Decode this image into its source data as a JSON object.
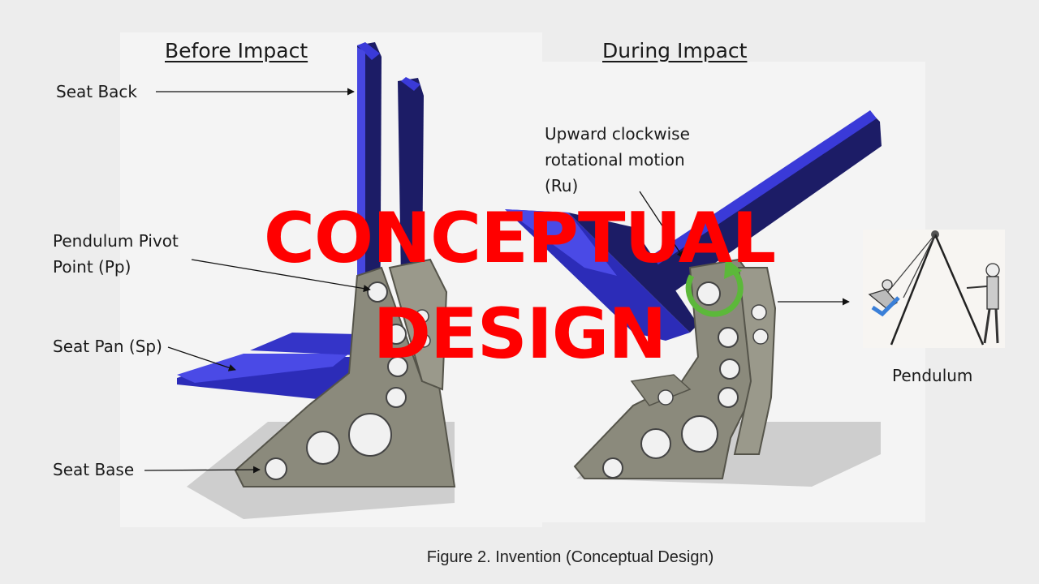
{
  "headings": {
    "before": "Before Impact",
    "during": "During Impact"
  },
  "labels": {
    "seat_back": "Seat Back",
    "pivot_line1": "Pendulum Pivot",
    "pivot_line2": "Point (Pp)",
    "seat_pan": "Seat Pan (Sp)",
    "seat_base": "Seat Base",
    "rotation_line1": "Upward clockwise",
    "rotation_line2": "rotational motion",
    "rotation_line3": "(Ru)",
    "pendulum": "Pendulum"
  },
  "overlay": {
    "line1": "CONCEPTUAL",
    "line2": "DESIGN"
  },
  "caption": "Figure 2. Invention (Conceptual Design)",
  "colors": {
    "seat_blue": "#3a3ad8",
    "seat_blue_dark": "#14145a",
    "frame_gray": "#8b8a7c",
    "overlay_red": "#ff0000",
    "rotation_green": "#5cb83a"
  }
}
